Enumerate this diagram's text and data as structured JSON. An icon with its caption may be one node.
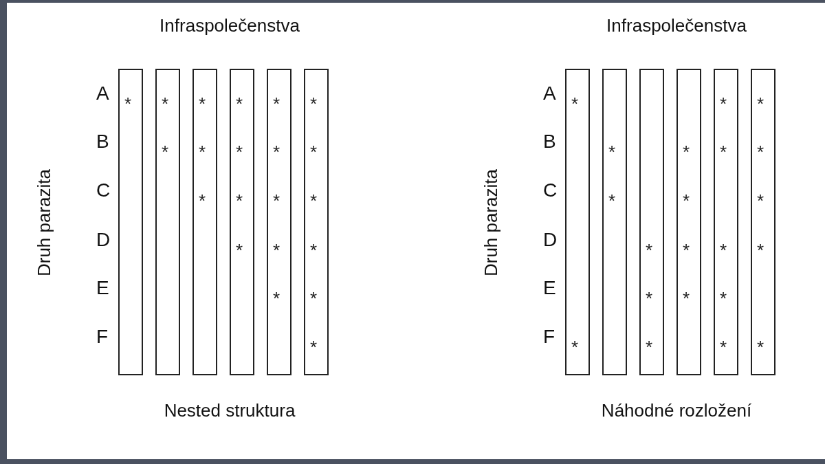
{
  "diagram": {
    "nodes": [
      {
        "text": [
          "*"
        ]
      },
      {
        "text": [
          "*",
          "*"
        ]
      },
      {
        "text": [
          "*",
          "*",
          "*"
        ]
      },
      {
        "text": [
          "*",
          "*",
          "*",
          "*"
        ]
      },
      {
        "text": [
          "*",
          "*",
          "*",
          "*",
          "*"
        ]
      },
      {
        "text": [
          "*",
          "*",
          "*",
          "*",
          "*",
          "*"
        ]
      },
      {
        "text": [
          "*",
          "*"
        ]
      },
      {
        "text": [
          "*",
          "*"
        ]
      },
      {
        "text": [
          "*",
          "*",
          "*"
        ]
      },
      {
        "text": [
          "*",
          "*",
          "*",
          "*"
        ]
      },
      {
        "text": [
          "*",
          "*",
          "*",
          "*",
          "*"
        ]
      },
      {
        "text": [
          "*",
          "*",
          "*",
          "*",
          "*"
        ]
      }
    ],
    "labels": [
      "Infraspolečenstva",
      "A",
      "B",
      "C",
      "D",
      "E",
      "F",
      "Druh parazita",
      "Nested struktura",
      "Infraspolečenstva",
      "A",
      "B",
      "C",
      "D",
      "E",
      "F",
      "Druh parazita",
      "Náhodné rozložení"
    ]
  }
}
